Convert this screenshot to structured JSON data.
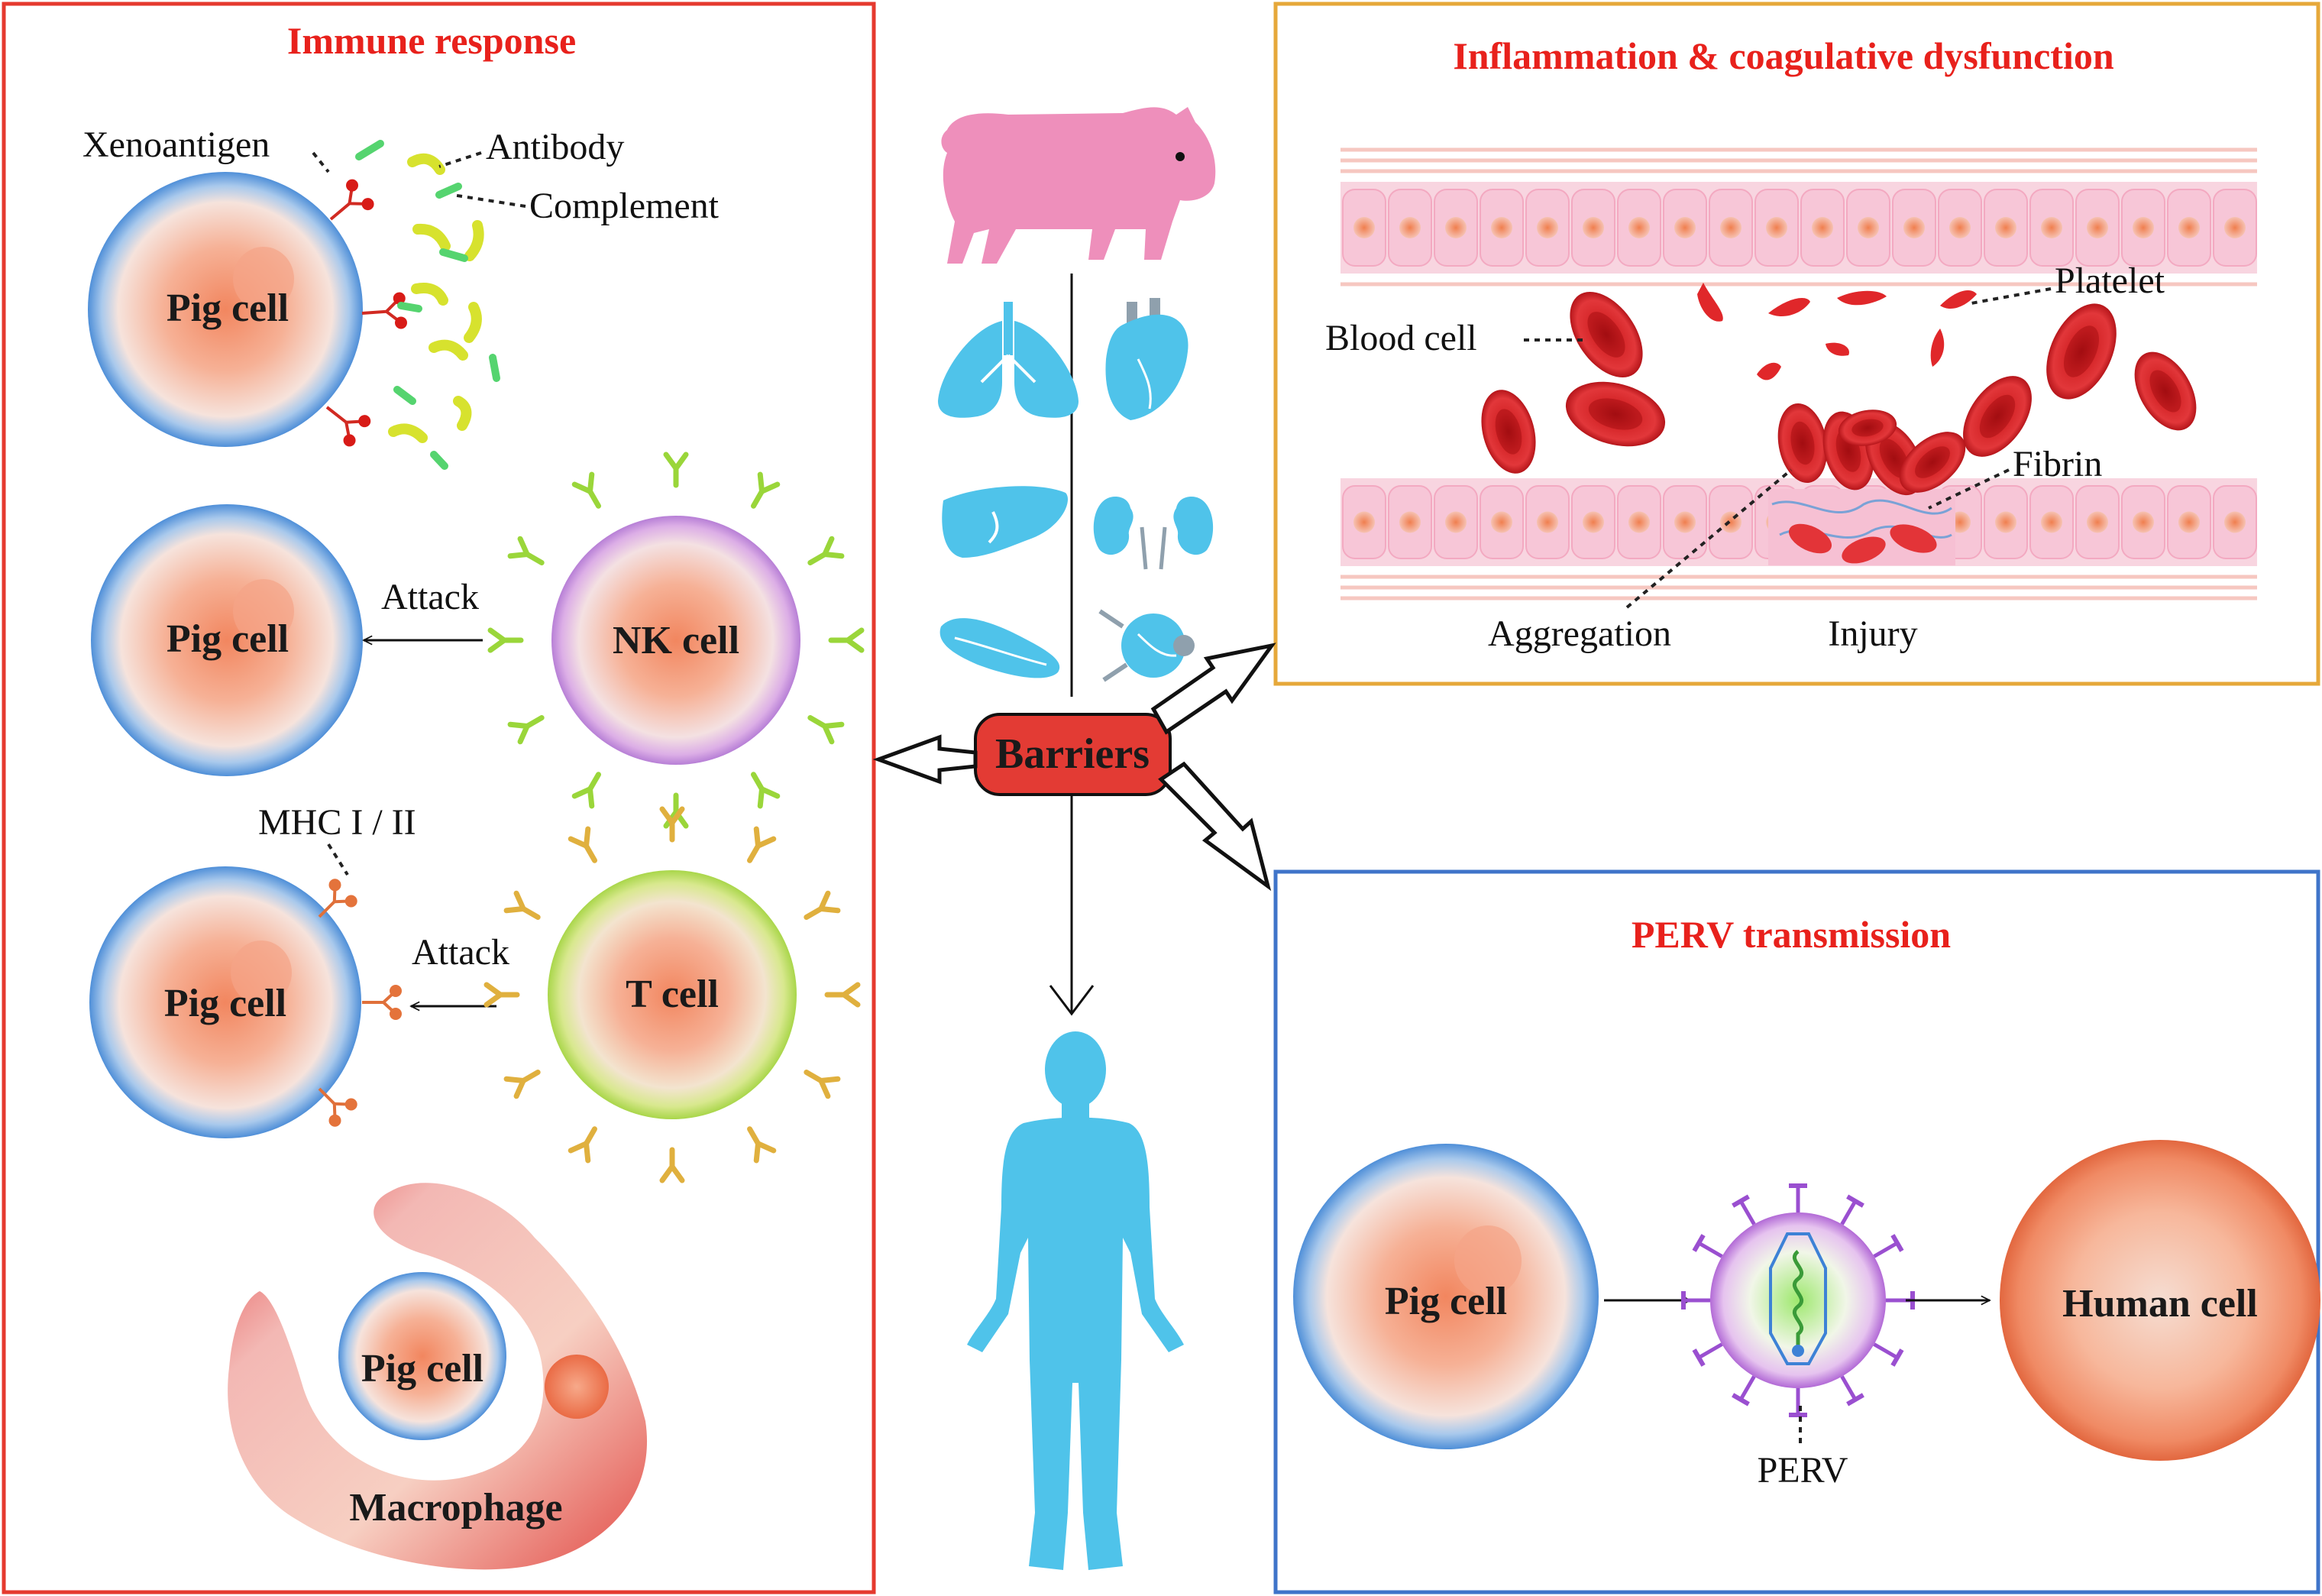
{
  "panels": {
    "immune": {
      "title": "Immune response",
      "xenoantigen": "Xenoantigen",
      "antibody": "Antibody",
      "complement": "Complement",
      "pig_cell": "Pig cell",
      "attack": "Attack",
      "nk_cell": "NK cell",
      "mhc": "MHC I / II",
      "t_cell": "T cell",
      "macrophage": "Macrophage"
    },
    "inflammation": {
      "title": "Inflammation & coagulative dysfunction",
      "blood_cell": "Blood cell",
      "platelet": "Platelet",
      "fibrin": "Fibrin",
      "aggregation": "Aggregation",
      "injury": "Injury"
    },
    "perv": {
      "title": "PERV transmission",
      "pig_cell": "Pig cell",
      "human_cell": "Human cell",
      "perv": "PERV"
    }
  },
  "center": {
    "barriers": "Barriers",
    "icons": [
      "pig-icon",
      "lungs-icon",
      "heart-icon",
      "liver-icon",
      "kidneys-icon",
      "pancreas-icon",
      "eye-icon",
      "human-icon"
    ]
  },
  "colors": {
    "title_red": "#e8211c",
    "immune_border": "#e53a2f",
    "inflammation_border": "#e6a83a",
    "perv_border": "#3f74c9",
    "barriers_fill": "#e33b34",
    "organ_blue": "#4fc3ea",
    "pig_pink": "#ee8fbb",
    "blood_red": "#c8161b"
  }
}
